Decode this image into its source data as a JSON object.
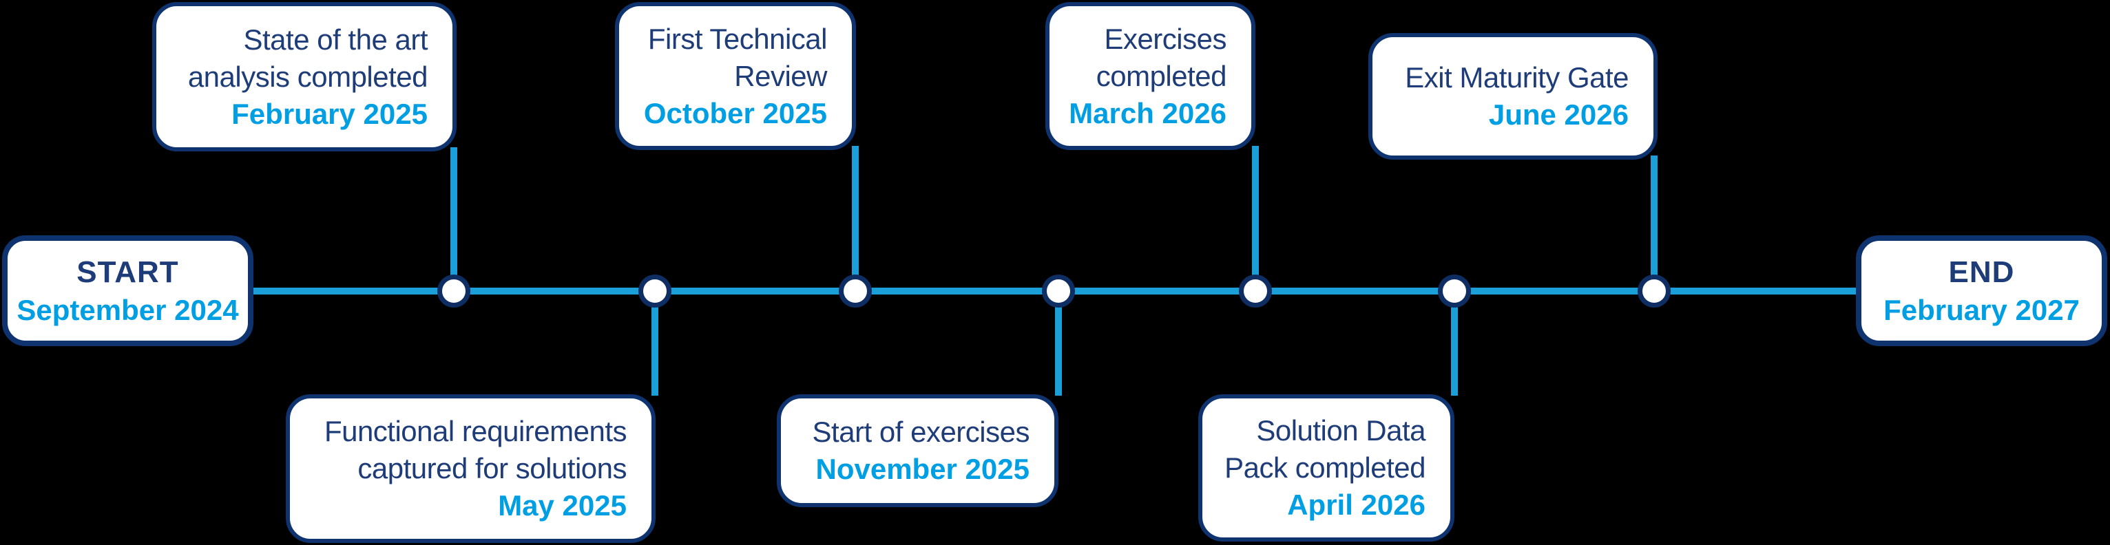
{
  "colors": {
    "background": "#000000",
    "box_bg": "#ffffff",
    "border_navy": "#0e336f",
    "node_border_navy": "#0e2d62",
    "node_fill": "#ffffff",
    "navy": "#1e3c78",
    "accent_blue": "#009fe3",
    "line_blue": "#1b9fd8"
  },
  "timeline": {
    "start": {
      "label": "START",
      "date": "September 2024"
    },
    "end": {
      "label": "END",
      "date": "February 2027"
    },
    "milestones": [
      {
        "title_lines": [
          "State of the art",
          "analysis completed"
        ],
        "date": "February 2025",
        "position": "top"
      },
      {
        "title_lines": [
          "Functional requirements",
          "captured for solutions"
        ],
        "date": "May 2025",
        "position": "bottom"
      },
      {
        "title_lines": [
          "First Technical",
          "Review"
        ],
        "date": "October 2025",
        "position": "top"
      },
      {
        "title_lines": [
          "Start of exercises"
        ],
        "date": "November 2025",
        "position": "bottom"
      },
      {
        "title_lines": [
          "Exercises",
          "completed"
        ],
        "date": "March 2026",
        "position": "top"
      },
      {
        "title_lines": [
          "Solution Data",
          "Pack completed"
        ],
        "date": "April 2026",
        "position": "bottom"
      },
      {
        "title_lines": [
          "Exit Maturity Gate"
        ],
        "date": "June 2026",
        "position": "top"
      }
    ]
  }
}
